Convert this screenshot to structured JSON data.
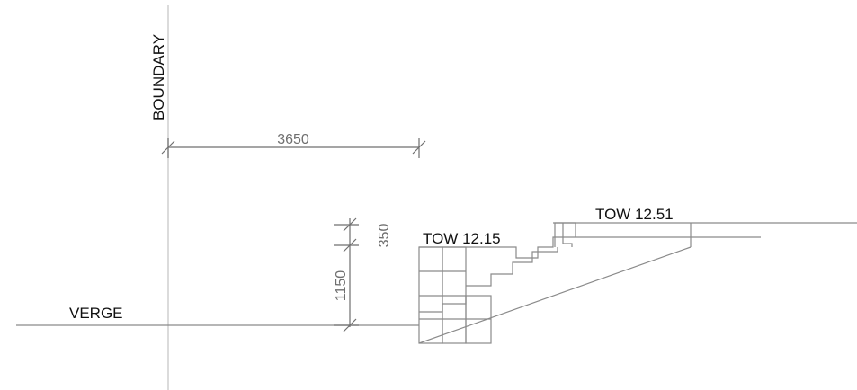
{
  "labels": {
    "boundary": "BOUNDARY",
    "verge": "VERGE",
    "tow_lower": "TOW 12.15",
    "tow_upper": "TOW 12.51"
  },
  "dimensions": {
    "horizontal": "3650",
    "vertical_lower": "1150",
    "vertical_upper": "350"
  },
  "colors": {
    "line": "#8a8a8a",
    "boundary_line": "#cfcfcf",
    "text": "#111111",
    "dimension_text": "#6f6f6f"
  }
}
